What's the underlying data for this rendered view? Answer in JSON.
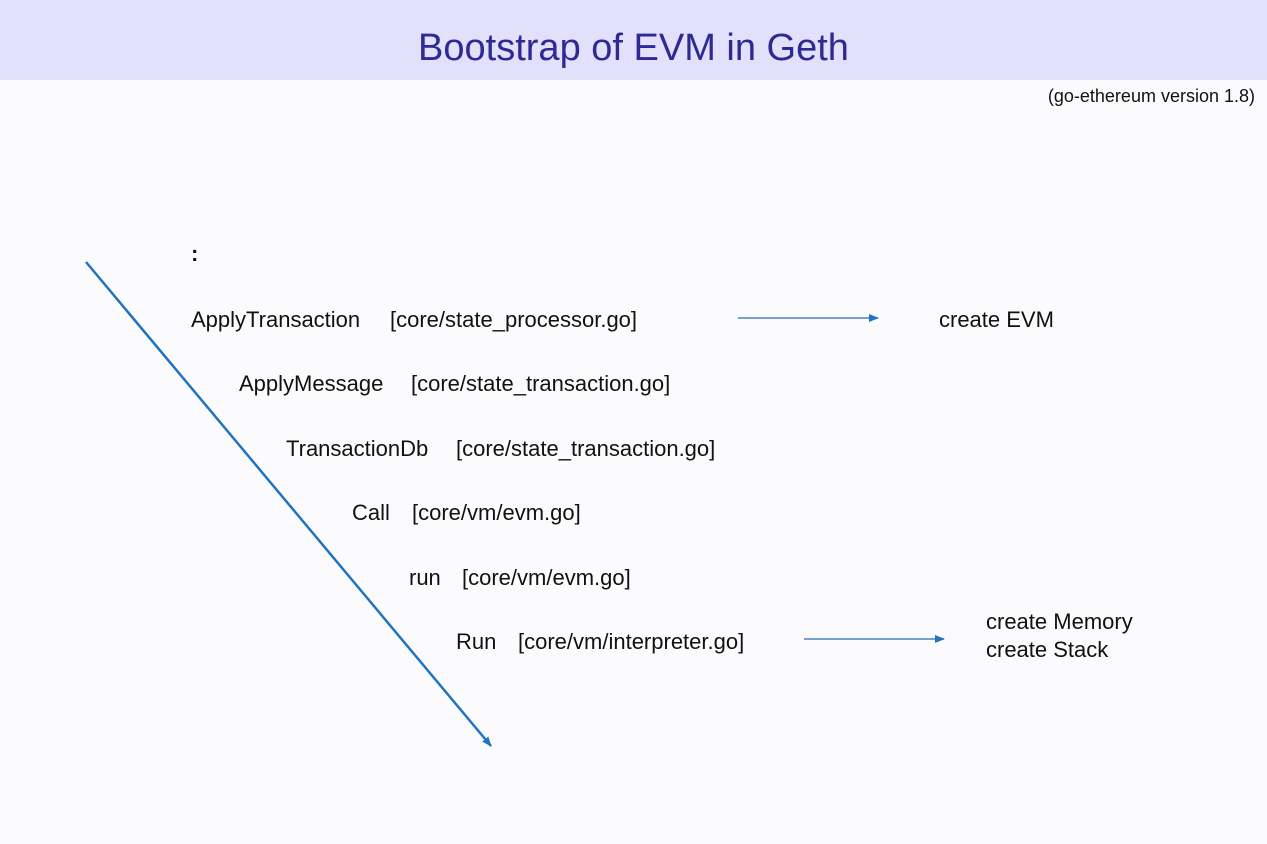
{
  "header": {
    "title": "Bootstrap of EVM in Geth",
    "subtitle": "(go-ethereum version 1.8)"
  },
  "diagram": {
    "leading_mark": ":",
    "call_stack": [
      {
        "fn": "ApplyTransaction",
        "file": "[core/state_processor.go]"
      },
      {
        "fn": "ApplyMessage",
        "file": "[core/state_transaction.go]"
      },
      {
        "fn": "TransactionDb",
        "file": "[core/state_transaction.go]"
      },
      {
        "fn": "Call",
        "file": "[core/vm/evm.go]"
      },
      {
        "fn": "run",
        "file": "[core/vm/evm.go]"
      },
      {
        "fn": "Run",
        "file": "[core/vm/interpreter.go]"
      }
    ],
    "notes": {
      "apply_transaction": "create EVM",
      "run_line1": "create Memory",
      "run_line2": "create Stack"
    },
    "colors": {
      "arrow": "#1f73c1",
      "title": "#2e2a93",
      "band": "#e3e0fb"
    }
  }
}
